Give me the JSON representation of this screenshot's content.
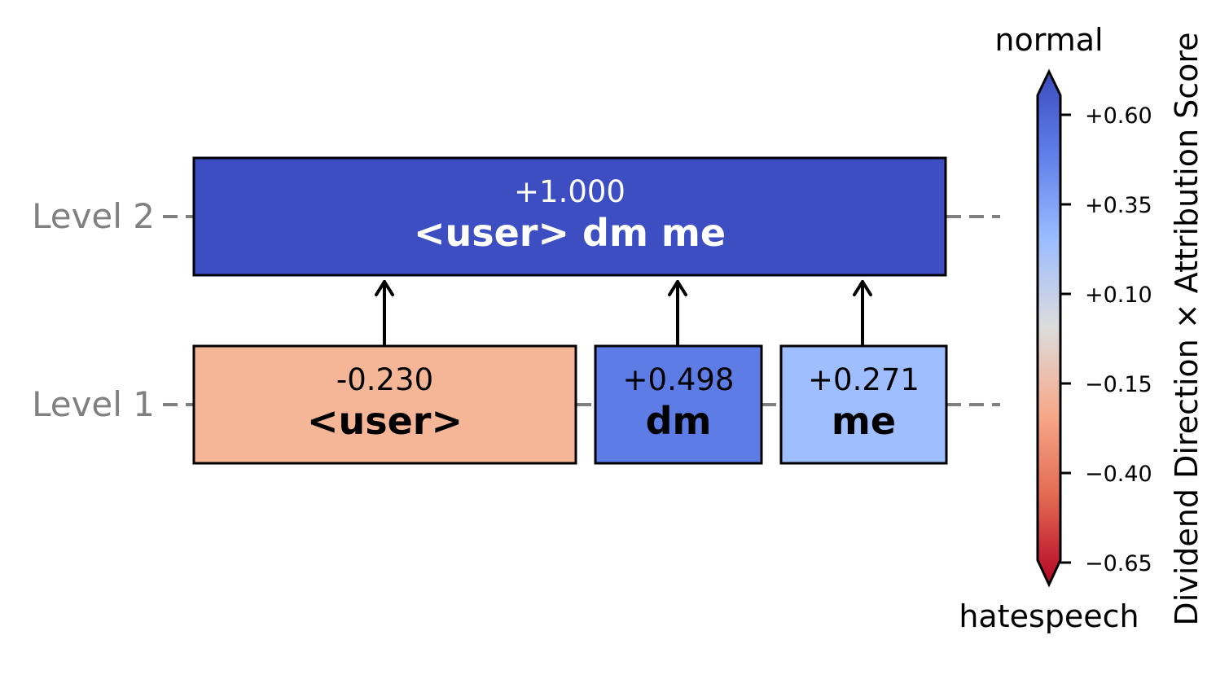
{
  "levels": [
    {
      "label": "Level 2"
    },
    {
      "label": "Level 1"
    }
  ],
  "nodes": {
    "top": {
      "score": "+1.000",
      "text": "<user> dm me",
      "value": 1.0
    },
    "user": {
      "score": "-0.230",
      "text": "<user>",
      "value": -0.23
    },
    "dm": {
      "score": "+0.498",
      "text": "dm",
      "value": 0.498
    },
    "me": {
      "score": "+0.271",
      "text": "me",
      "value": 0.271
    }
  },
  "colorbar": {
    "title": "Dividend Direction × Attribution Score",
    "top_label": "normal",
    "bottom_label": "hatespeech",
    "ticks": [
      "+0.60",
      "+0.35",
      "+0.10",
      "−0.15",
      "−0.40",
      "−0.65"
    ],
    "range": [
      -0.65,
      0.6
    ]
  },
  "colors": {
    "top": "#3c4ec2",
    "user": "#f5b597",
    "dm": "#5d7ce6",
    "me": "#9ebeff",
    "level_label": "#808080",
    "dash": "#808080"
  }
}
